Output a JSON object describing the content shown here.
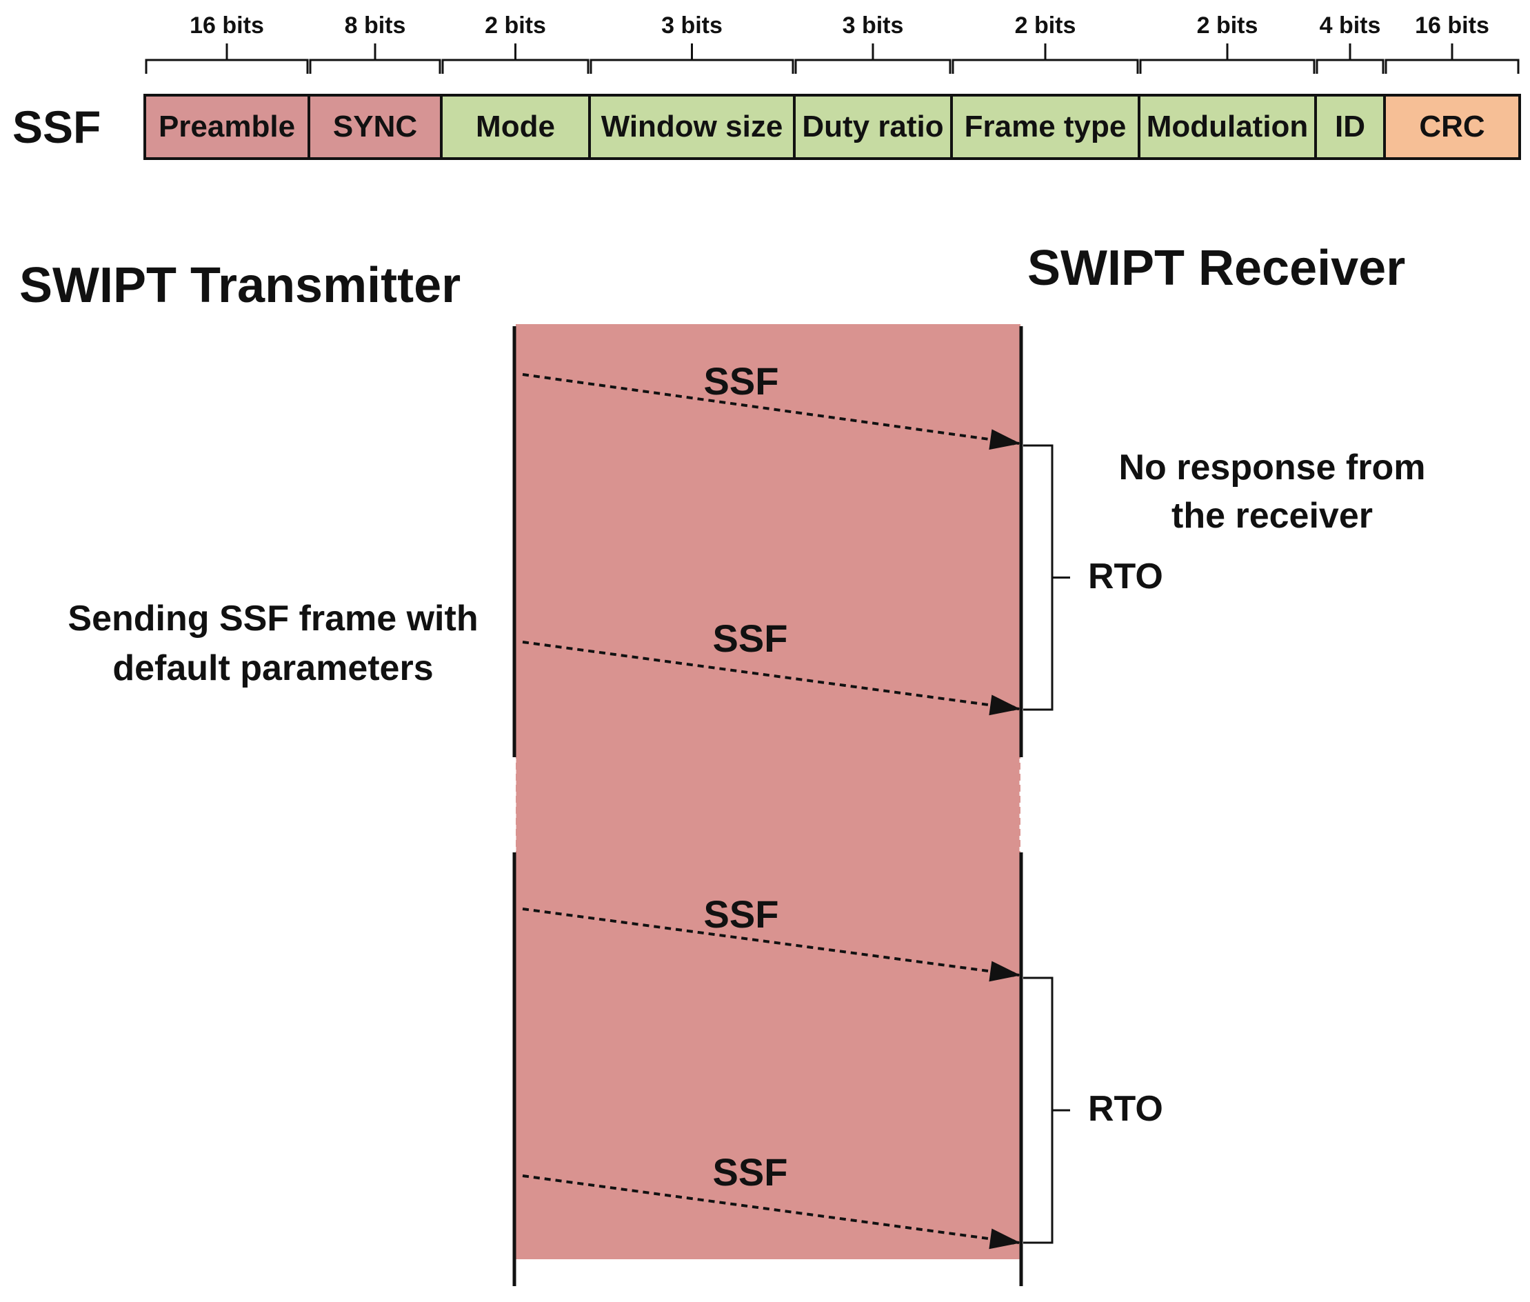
{
  "frame": {
    "label": "SSF",
    "fields": [
      {
        "name": "Preamble",
        "bits": "16 bits",
        "fill": "#d69494"
      },
      {
        "name": "SYNC",
        "bits": "8 bits",
        "fill": "#d69494"
      },
      {
        "name": "Mode",
        "bits": "2 bits",
        "fill": "#c6dba2"
      },
      {
        "name": "Window size",
        "bits": "3 bits",
        "fill": "#c6dba2"
      },
      {
        "name": "Duty ratio",
        "bits": "3 bits",
        "fill": "#c6dba2"
      },
      {
        "name": "Frame type",
        "bits": "2 bits",
        "fill": "#c6dba2"
      },
      {
        "name": "Modulation",
        "bits": "2 bits",
        "fill": "#c6dba2"
      },
      {
        "name": "ID",
        "bits": "4 bits",
        "fill": "#c6dba2"
      },
      {
        "name": "CRC",
        "bits": "16 bits",
        "fill": "#f6bf96"
      }
    ]
  },
  "sequence": {
    "transmitter_label": "SWIPT Transmitter",
    "receiver_label": "SWIPT Receiver",
    "transmitter_note": [
      "Sending SSF frame with",
      "default parameters"
    ],
    "background_color": "#d99390",
    "messages": [
      {
        "label": "SSF"
      },
      {
        "label": "SSF"
      },
      {
        "label": "SSF"
      },
      {
        "label": "SSF"
      }
    ],
    "timeouts": [
      {
        "label": "RTO"
      },
      {
        "label": "RTO"
      }
    ],
    "receiver_note": [
      "No response from",
      "the receiver"
    ]
  }
}
